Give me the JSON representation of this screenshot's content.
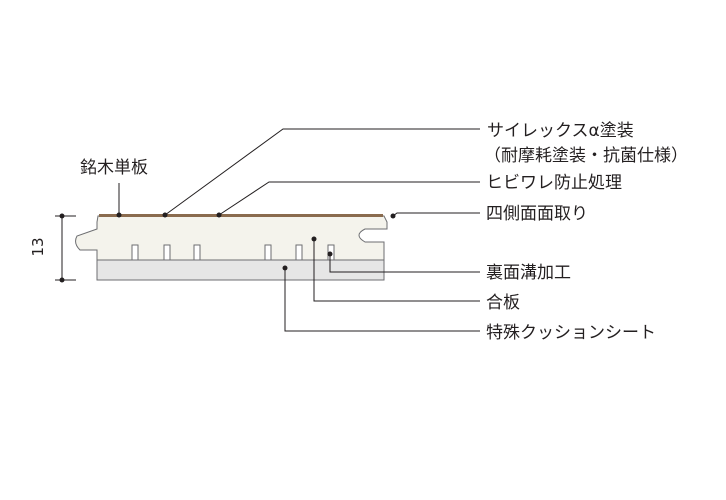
{
  "labels": {
    "veneer": "銘木単板",
    "coating_line1": "サイレックスα塗装",
    "coating_line2": "（耐摩耗塗装・抗菌仕様）",
    "crack_prevention": "ヒビワレ防止処理",
    "chamfer": "四側面面取り",
    "back_groove": "裏面溝加工",
    "plywood": "合板",
    "cushion_sheet": "特殊クッションシート"
  },
  "dimension": {
    "thickness": "13"
  },
  "colors": {
    "veneer": "#8a6b4e",
    "plywood": "#f4f3ec",
    "cushion": "#e6e6e6",
    "outline": "#6d6e71",
    "ink": "#231f20"
  }
}
